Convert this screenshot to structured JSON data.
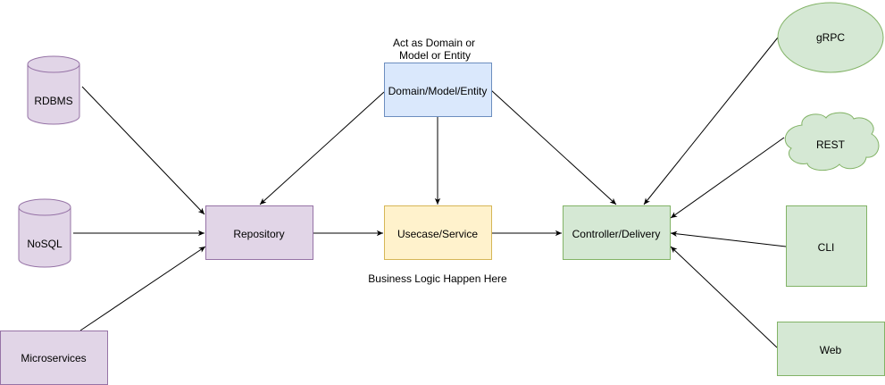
{
  "colors": {
    "purple_fill": "#e1d5e7",
    "purple_stroke": "#9673a6",
    "blue_fill": "#dae8fc",
    "blue_stroke": "#6c8ebf",
    "yellow_fill": "#fff2cc",
    "yellow_stroke": "#d6b656",
    "green_fill": "#d5e8d4",
    "green_stroke": "#82b366",
    "edge": "#000000"
  },
  "nodes": {
    "rdbms": "RDBMS",
    "nosql": "NoSQL",
    "microservices": "Microservices",
    "repository": "Repository",
    "domain": "Domain/Model/Entity",
    "usecase": "Usecase/Service",
    "controller": "Controller/Delivery",
    "grpc": "gRPC",
    "rest": "REST",
    "cli": "CLI",
    "web": "Web"
  },
  "annotations": {
    "domain_note_line1": "Act as Domain or",
    "domain_note_line2": "Model or Entity",
    "usecase_note": "Business Logic Happen Here"
  },
  "edges": [
    {
      "from": "RDBMS",
      "to": "Repository"
    },
    {
      "from": "NoSQL",
      "to": "Repository"
    },
    {
      "from": "Microservices",
      "to": "Repository"
    },
    {
      "from": "Domain/Model/Entity",
      "to": "Repository"
    },
    {
      "from": "Domain/Model/Entity",
      "to": "Usecase/Service"
    },
    {
      "from": "Domain/Model/Entity",
      "to": "Controller/Delivery"
    },
    {
      "from": "Repository",
      "to": "Usecase/Service"
    },
    {
      "from": "Usecase/Service",
      "to": "Controller/Delivery"
    },
    {
      "from": "gRPC",
      "to": "Controller/Delivery"
    },
    {
      "from": "REST",
      "to": "Controller/Delivery"
    },
    {
      "from": "CLI",
      "to": "Controller/Delivery"
    },
    {
      "from": "Web",
      "to": "Controller/Delivery"
    }
  ]
}
